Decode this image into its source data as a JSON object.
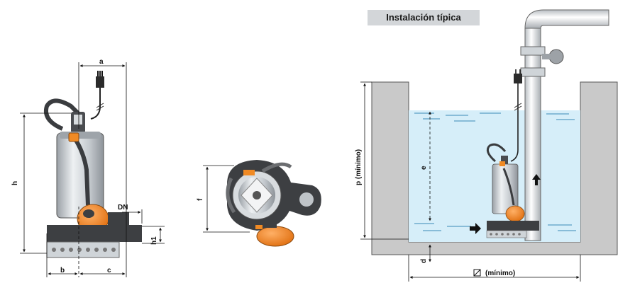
{
  "installation": {
    "title": "Instalación típica"
  },
  "dimensions": {
    "a": "a",
    "b": "b",
    "c": "c",
    "h": "h",
    "h1": "h1",
    "dn": "DN",
    "f": "f",
    "p": "p  (mínimo)",
    "e": "e",
    "d": "d",
    "min_width": "(mínimo)"
  },
  "colors": {
    "pump_orange": "#f08a24",
    "pump_dark": "#3d3f42",
    "pump_steel": "#cfd4d8",
    "water": "#d6eef9",
    "concrete": "#c9c9c9"
  }
}
